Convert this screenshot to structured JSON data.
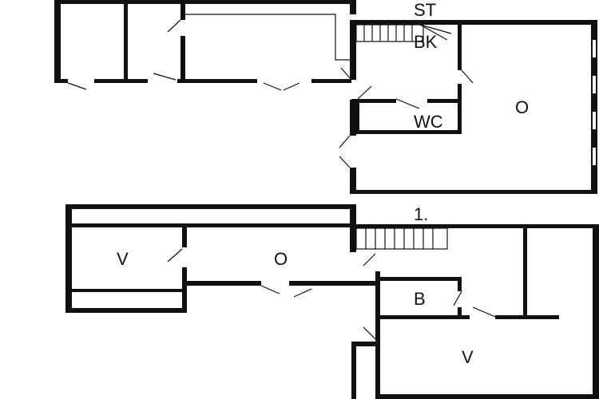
{
  "upper_floor": {
    "labels": {
      "stairs": "ST",
      "kitchen": "BK",
      "toilet": "WC",
      "living": "O"
    }
  },
  "lower_floor": {
    "labels": {
      "floor_number": "1.",
      "bedroom_left": "V",
      "living": "O",
      "bathroom": "B",
      "bedroom_right": "V"
    }
  }
}
